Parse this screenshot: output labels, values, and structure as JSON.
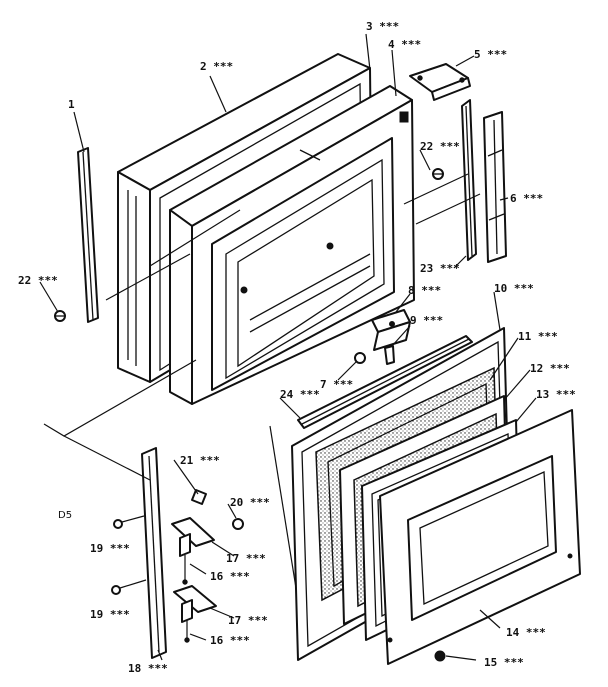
{
  "diagram": {
    "code": "D5",
    "parts": [
      {
        "id": "p1",
        "label": "1"
      },
      {
        "id": "p2",
        "label": "2 ***"
      },
      {
        "id": "p3",
        "label": "3 ***"
      },
      {
        "id": "p4",
        "label": "4 ***"
      },
      {
        "id": "p5",
        "label": "5 ***"
      },
      {
        "id": "p22a",
        "label": "22 ***"
      },
      {
        "id": "p6",
        "label": "6 ***"
      },
      {
        "id": "p22b",
        "label": "22 ***"
      },
      {
        "id": "p23",
        "label": "23 ***"
      },
      {
        "id": "p8",
        "label": "8 ***"
      },
      {
        "id": "p10",
        "label": "10 ***"
      },
      {
        "id": "p9",
        "label": "9 ***"
      },
      {
        "id": "p11",
        "label": "11 ***"
      },
      {
        "id": "p12",
        "label": "12 ***"
      },
      {
        "id": "p7",
        "label": "7 ***"
      },
      {
        "id": "p13",
        "label": "13 ***"
      },
      {
        "id": "p24",
        "label": "24 ***"
      },
      {
        "id": "p21",
        "label": "21 ***"
      },
      {
        "id": "p20",
        "label": "20 ***"
      },
      {
        "id": "p19a",
        "label": "19 ***"
      },
      {
        "id": "p17a",
        "label": "17 ***"
      },
      {
        "id": "p16a",
        "label": "16 ***"
      },
      {
        "id": "p19b",
        "label": "19 ***"
      },
      {
        "id": "p17b",
        "label": "17 ***"
      },
      {
        "id": "p16b",
        "label": "16 ***"
      },
      {
        "id": "p14",
        "label": "14 ***"
      },
      {
        "id": "p15",
        "label": "15 ***"
      },
      {
        "id": "p18",
        "label": "18 ***"
      }
    ]
  }
}
